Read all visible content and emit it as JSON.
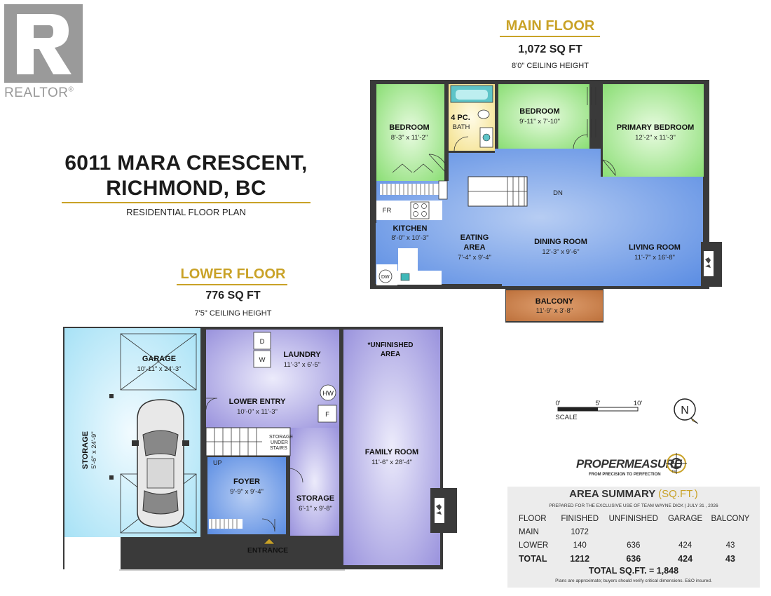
{
  "branding": {
    "realtor_word": "REALTOR",
    "realtor_mark": "®",
    "realtor_color": "#9a9a9a",
    "pm_brand": "PROPERMEASURE",
    "pm_tm": "TM",
    "pm_tagline": "FROM PRECISION TO PERFECTION",
    "accent_color": "#c9a227"
  },
  "title": {
    "address_line1": "6011 MARA CRESCENT,",
    "address_line2": "RICHMOND, BC",
    "subtitle": "RESIDENTIAL FLOOR PLAN"
  },
  "main_floor": {
    "heading": "MAIN FLOOR",
    "sqft": "1,072 SQ FT",
    "ceiling": "8'0\" CEILING HEIGHT",
    "rooms": {
      "bedroom_left": {
        "name": "BEDROOM",
        "dims": "8'-3\" x 11'-2\""
      },
      "bath": {
        "name": "4 PC.",
        "name2": "BATH"
      },
      "bedroom_mid": {
        "name": "BEDROOM",
        "dims": "9'-11\" x 7'-10\""
      },
      "primary_bedroom": {
        "name": "PRIMARY BEDROOM",
        "dims": "12'-2\" x 11'-3\""
      },
      "kitchen": {
        "name": "KITCHEN",
        "dims": "8'-0\" x 10'-3\""
      },
      "eating_area": {
        "name": "EATING",
        "name2": "AREA",
        "dims": "7'-4\" x 9'-4\""
      },
      "dining_room": {
        "name": "DINING ROOM",
        "dims": "12'-3\" x 9'-6\""
      },
      "living_room": {
        "name": "LIVING ROOM",
        "dims": "11'-7\" x 16'-8\""
      },
      "balcony": {
        "name": "BALCONY",
        "dims": "11'-9\" x 3'-8\""
      }
    },
    "labels": {
      "fr": "FR",
      "dw": "DW",
      "dn": "DN"
    }
  },
  "lower_floor": {
    "heading": "LOWER FLOOR",
    "sqft": "776 SQ FT",
    "ceiling": "7'5\" CEILING HEIGHT",
    "rooms": {
      "garage": {
        "name": "GARAGE",
        "dims": "10'-11\" x 24'-3\""
      },
      "storage_side": {
        "name": "STORAGE",
        "dims": "5'-6\" x 24'-9\""
      },
      "laundry": {
        "name": "LAUNDRY",
        "dims": "11'-3\" x 6'-5\""
      },
      "lower_entry": {
        "name": "LOWER ENTRY",
        "dims": "10'-0\" x 11'-3\""
      },
      "foyer": {
        "name": "FOYER",
        "dims": "9'-9\" x 9'-4\""
      },
      "storage": {
        "name": "STORAGE",
        "dims": "6'-1\" x 9'-8\""
      },
      "unfinished": {
        "name": "*UNFINISHED",
        "name2": "AREA"
      },
      "family_room": {
        "name": "FAMILY ROOM",
        "dims": "11'-6\" x 28'-4\""
      }
    },
    "labels": {
      "d": "D",
      "w": "W",
      "hw": "HW",
      "f": "F",
      "up": "UP",
      "storage_under": "STORAGE",
      "storage_under2": "UNDER",
      "storage_under3": "STAIRS",
      "entrance": "ENTRANCE"
    }
  },
  "scale": {
    "t0": "0'",
    "t5": "5'",
    "t10": "10'",
    "label": "SCALE"
  },
  "compass": {
    "letter": "N"
  },
  "area_summary": {
    "title": "AREA SUMMARY",
    "unit": "(SQ.FT.)",
    "prepared": "PREPARED FOR THE EXCLUSIVE USE OF TEAM WAYNE DICK  |  JULY 31 , 2026",
    "headers": [
      "FLOOR",
      "FINISHED",
      "UNFINISHED",
      "GARAGE",
      "BALCONY"
    ],
    "rows": [
      [
        "MAIN",
        "1072",
        "",
        "",
        ""
      ],
      [
        "LOWER",
        "140",
        "636",
        "424",
        "43"
      ]
    ],
    "total": [
      "TOTAL",
      "1212",
      "636",
      "424",
      "43"
    ],
    "grand_total": "TOTAL SQ.FT. = 1,848",
    "note": "Plans are approximate; buyers should verify critical dimensions. E&O insured."
  }
}
